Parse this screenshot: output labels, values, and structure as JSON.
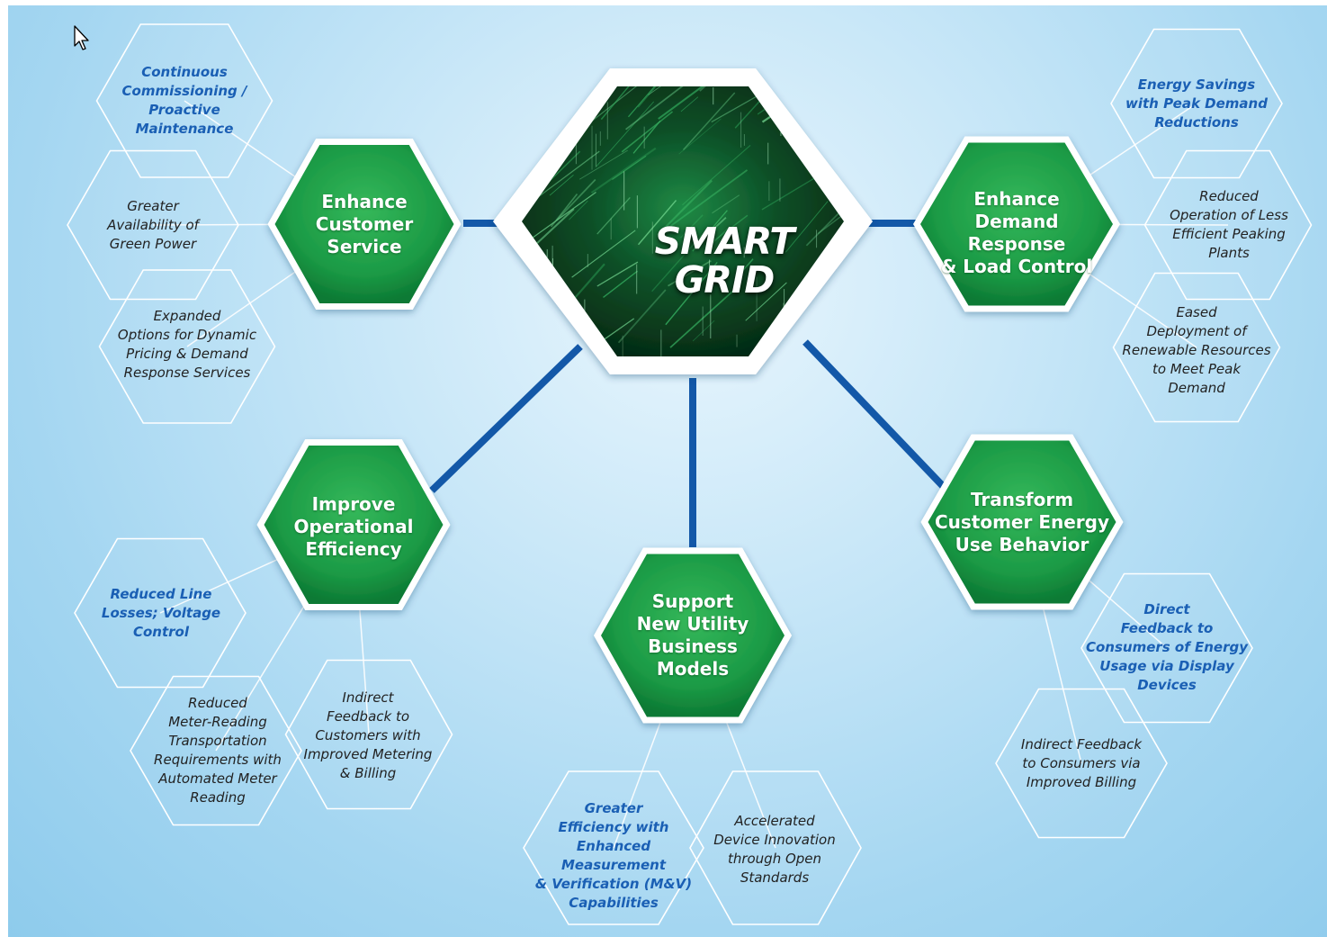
{
  "center": {
    "title": "SMART\nGRID"
  },
  "hubs": [
    {
      "id": "hub-enhance-customer-service",
      "label": "Enhance\nCustomer\nService"
    },
    {
      "id": "hub-enhance-demand-response",
      "label": "Enhance\nDemand Response\n& Load Control"
    },
    {
      "id": "hub-improve-operational-efficiency",
      "label": "Improve\nOperational\nEfficiency"
    },
    {
      "id": "hub-support-new-utility-business-models",
      "label": "Support\nNew Utility\nBusiness\nModels"
    },
    {
      "id": "hub-transform-customer-energy-use",
      "label": "Transform\nCustomer Energy\nUse Behavior"
    }
  ],
  "outcomes": [
    {
      "id": "continuous-commissioning",
      "hub": 0,
      "style": "blue",
      "label": "Continuous\nCommissioning /\nProactive\nMaintenance"
    },
    {
      "id": "greater-availability-green-power",
      "hub": 0,
      "style": "dark",
      "label": "Greater\nAvailability of\nGreen Power"
    },
    {
      "id": "expanded-options-dynamic-pricing",
      "hub": 0,
      "style": "dark",
      "label": "Expanded\nOptions for Dynamic\nPricing & Demand\nResponse Services"
    },
    {
      "id": "energy-savings-peak-demand",
      "hub": 1,
      "style": "blue",
      "label": "Energy Savings\nwith Peak Demand\nReductions"
    },
    {
      "id": "reduced-operation-peaking-plants",
      "hub": 1,
      "style": "dark",
      "label": "Reduced\nOperation of Less\nEfficient Peaking\nPlants"
    },
    {
      "id": "eased-deployment-renewables",
      "hub": 1,
      "style": "dark",
      "label": "Eased\nDeployment of\nRenewable Resources\nto Meet Peak\nDemand"
    },
    {
      "id": "reduced-line-losses",
      "hub": 2,
      "style": "blue",
      "label": "Reduced Line\nLosses; Voltage\nControl"
    },
    {
      "id": "reduced-meter-reading",
      "hub": 2,
      "style": "dark",
      "label": "Reduced\nMeter-Reading\nTransportation\nRequirements with\nAutomated Meter\nReading"
    },
    {
      "id": "indirect-feedback-metering",
      "hub": 2,
      "style": "dark",
      "label": "Indirect\nFeedback to\nCustomers with\nImproved Metering\n& Billing"
    },
    {
      "id": "greater-efficiency-mv",
      "hub": 3,
      "style": "blue",
      "label": "Greater\nEfficiency with\nEnhanced Measurement\n& Verification (M&V)\nCapabilities"
    },
    {
      "id": "accelerated-device-innovation",
      "hub": 3,
      "style": "dark",
      "label": "Accelerated\nDevice Innovation\nthrough Open\nStandards"
    },
    {
      "id": "direct-feedback-display",
      "hub": 4,
      "style": "blue",
      "label": "Direct\nFeedback to\nConsumers of Energy\nUsage via Display\nDevices"
    },
    {
      "id": "indirect-feedback-billing",
      "hub": 4,
      "style": "dark",
      "label": "Indirect Feedback\nto Consumers via\nImproved Billing"
    }
  ],
  "colors": {
    "hub_green_light": "#2fb255",
    "hub_green_dark": "#0d7a34",
    "connector_blue": "#1358a8",
    "outcome_blue_text": "#1a5fb4",
    "outcome_dark_text": "#222222",
    "outline_white": "#ffffff"
  },
  "icons": {
    "cursor": "arrow-pointer-icon"
  }
}
